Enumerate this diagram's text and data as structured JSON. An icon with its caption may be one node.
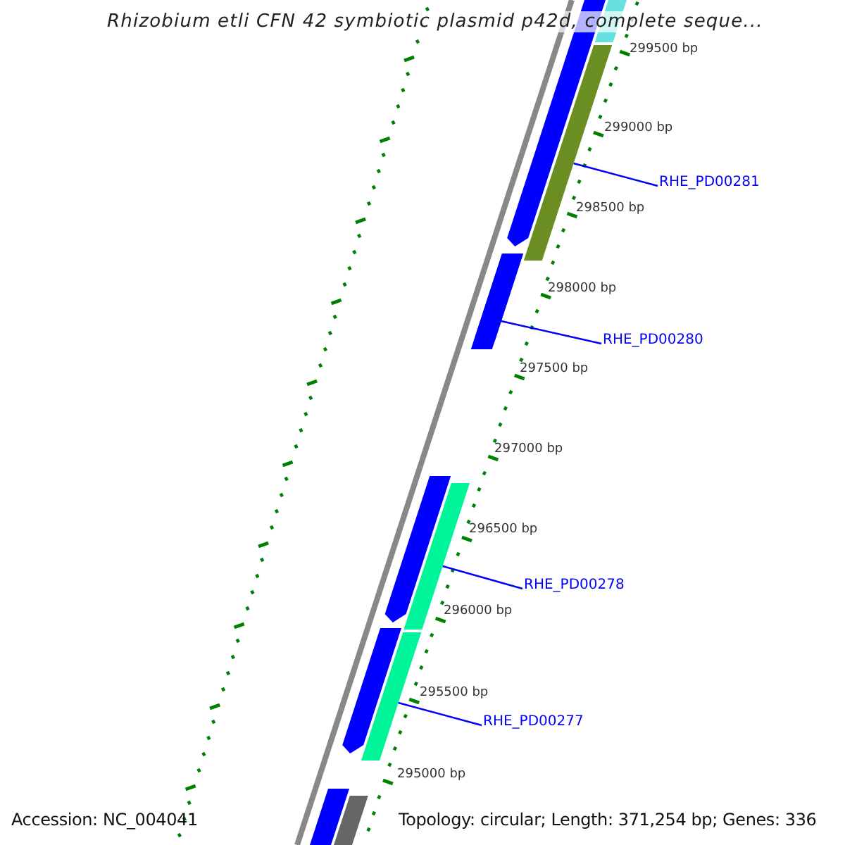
{
  "diagram": {
    "title": "Rhizobium etli CFN 42 symbiotic plasmid p42d, complete seque...",
    "nodes": [
      {
        "text": [
          "RHE_PD00281"
        ]
      },
      {
        "text": [],
        "shape": "bar"
      },
      {
        "text": [
          "RHE_PD00280"
        ]
      },
      {
        "text": [],
        "shape": "bar"
      },
      {
        "text": [
          "RHE_PD00278"
        ]
      },
      {
        "text": [],
        "shape": "bar"
      },
      {
        "text": [
          "RHE_PD00277"
        ]
      },
      {
        "text": [],
        "shape": "bar"
      }
    ],
    "edges": [
      {
        "from": 0,
        "to": 1,
        "arrow": "none",
        "color": "#0000ff"
      },
      {
        "from": 2,
        "to": 3,
        "arrow": "none",
        "color": "#0000ff"
      },
      {
        "from": 4,
        "to": 5,
        "arrow": "none",
        "color": "#0000ff"
      },
      {
        "from": 6,
        "to": 7,
        "arrow": "none",
        "color": "#0000ff"
      }
    ],
    "labels": [
      "299500 bp",
      "299000 bp",
      "298500 bp",
      "298000 bp",
      "297500 bp",
      "297000 bp",
      "296500 bp",
      "296000 bp",
      "295500 bp",
      "295000 bp",
      "Accession: NC_004041",
      "Topology: circular; Length: 371,254 bp; Genes: 336"
    ]
  }
}
